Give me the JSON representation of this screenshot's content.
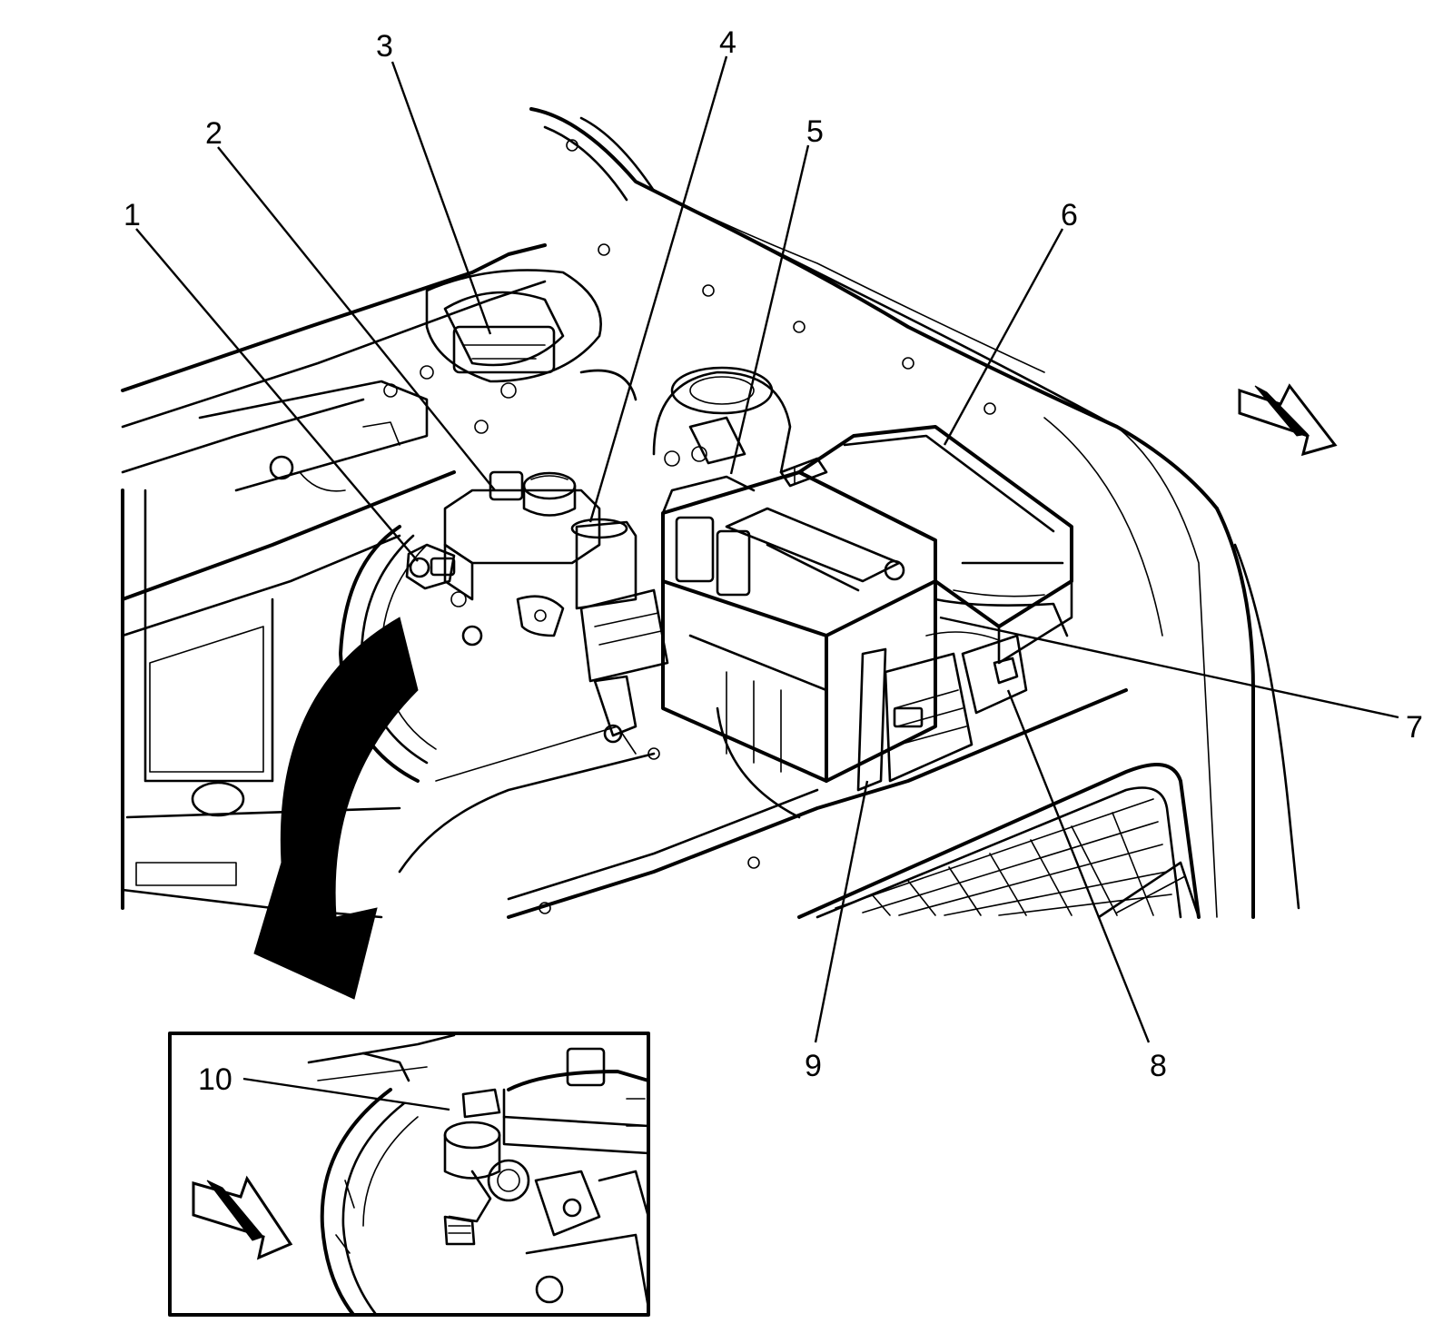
{
  "callouts": {
    "c1": "1",
    "c2": "2",
    "c3": "3",
    "c4": "4",
    "c5": "5",
    "c6": "6",
    "c7": "7",
    "c8": "8",
    "c9": "9",
    "c10": "10"
  },
  "icons": {
    "front_arrow_main": "front-direction-arrow-icon",
    "front_arrow_inset": "front-direction-arrow-icon",
    "view_arrow": "curved-view-arrow-icon"
  },
  "colors": {
    "line": "#000000",
    "background": "#ffffff"
  }
}
